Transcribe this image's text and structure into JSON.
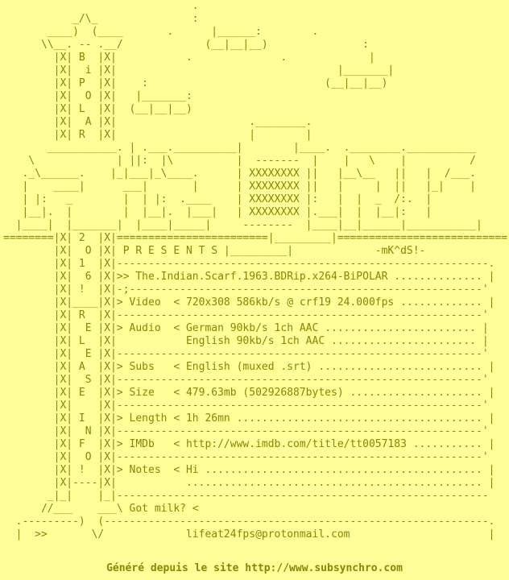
{
  "page": {
    "background_color": "#ffff99",
    "text_color": "#878700"
  },
  "release_info": {
    "group": "BiPOLAR",
    "vertical_text_top": "BiPOLAR",
    "vertical_text_bottom": "2O16! RELEASE INFO!",
    "presents_label": "P R E S E N T S",
    "signature": "-mK^dS!-",
    "release_name": "The.Indian.Scarf.1963.BDRip.x264-BiPOLAR",
    "video": "720x308 586kb/s @ crf19 24.000fps",
    "audio": [
      "German 90kb/s 1ch AAC",
      "English 90kb/s 1ch AAC"
    ],
    "subs": "English (muxed .srt)",
    "size": "479.63mb (502926887bytes)",
    "length": "1h 26mn",
    "imdb": "http://www.imdb.com/title/tt0057183",
    "notes": "Hi",
    "tagline": "Got milk? <",
    "contact_email": "lifeat24fps@protonmail.com"
  },
  "ascii_art": {
    "lines": [
      "                              .",
      "           _/\\_               :",
      "       ____)  (____       .      |______:        .",
      "      \\\\__. -- .__/             (__|__|__)               :",
      "        |X| B  |X|           .              .             |",
      "        |X|  i |X|                                   |_______|",
      "        |X| P  |X|    :                            (__|__|__)",
      "        |X|  O |X|   |_______:",
      "        |X| L  |X|  (__|__|__)",
      "        |X|  A |X|                     .________.",
      "        |X| R  |X|                     |        |",
      "       ___________. | .___.__________|        |____.  .________.___________",
      "    \\             | ||:  |\\          |  -------  |    |   \\    |          /",
      "   ._\\______.    |_|___|_\\____.      | XXXXXXXX ||   |__\\__   ||   |  /___.",
      "   |    ____|      ___|       |      | XXXXXXXX ||   |     |  ||   |_|    |",
      "   | |:   _        |  | |:  .____    | XXXXXXXX |:   |  |  _  /:.  |",
      "   |__|.  |        |  |__|.  |___|   | XXXXXXXX |.___|  |  |__|:   |",
      "  |____|  |_______|  |____|_____|     --------  |____|__|______|___________|",
      "========|X| 2  |X|========================|_________|===========================",
      "        |X|  O |X| P R E S E N T S |_________|             -mK^dS!-",
      "        |X| 1  |X|-----------------------------------------------------------.",
      "        |X|  6 |X|>> The.Indian.Scarf.1963.BDRip.x264-BiPOLAR .............. |",
      "        |X| !  |X|-;--------------------------------------------------------'",
      "        |X|____|X|> Video  < 720x308 586kb/s @ crf19 24.000fps ............. |",
      "        |X| R  |X|----------------------------------------------------------'",
      "        |X|  E |X|> Audio  < German 90kb/s 1ch AAC ........................ |",
      "        |X| L  |X|           English 90kb/s 1ch AAC ....................... |",
      "        |X|  E |X|----------------------------------------------------------'",
      "        |X| A  |X|> Subs   < English (muxed .srt) .......................... |",
      "        |X|  S |X|----------------------------------------------------------'",
      "        |X| E  |X|> Size   < 479.63mb (502926887bytes) ..................... |",
      "        |X|    |X|----------------------------------------------------------'",
      "        |X| I  |X|> Length < 1h 26mn ....................................... |",
      "        |X|  N |X|----------------------------------------------------------'",
      "        |X| F  |X|> IMDb   < http://www.imdb.com/title/tt0057183 ........... |",
      "        |X|  O |X|----------------------------------------------------------'",
      "        |X| !  |X|> Notes  < Hi ............................................ |",
      "        |X|----|X|           ............................................... |",
      "       _|_|    |_|-----------------------------------------------------------",
      "      //___    ___\\ Got milk? <",
      "  .---------)  (-------------------------------------------------------------.",
      "  |  >>       \\/             lifeat24fps@protonmail.com                      |"
    ]
  },
  "footer": {
    "prefix": "Généré depuis le site ",
    "url": "http://www.subsynchro.com"
  }
}
